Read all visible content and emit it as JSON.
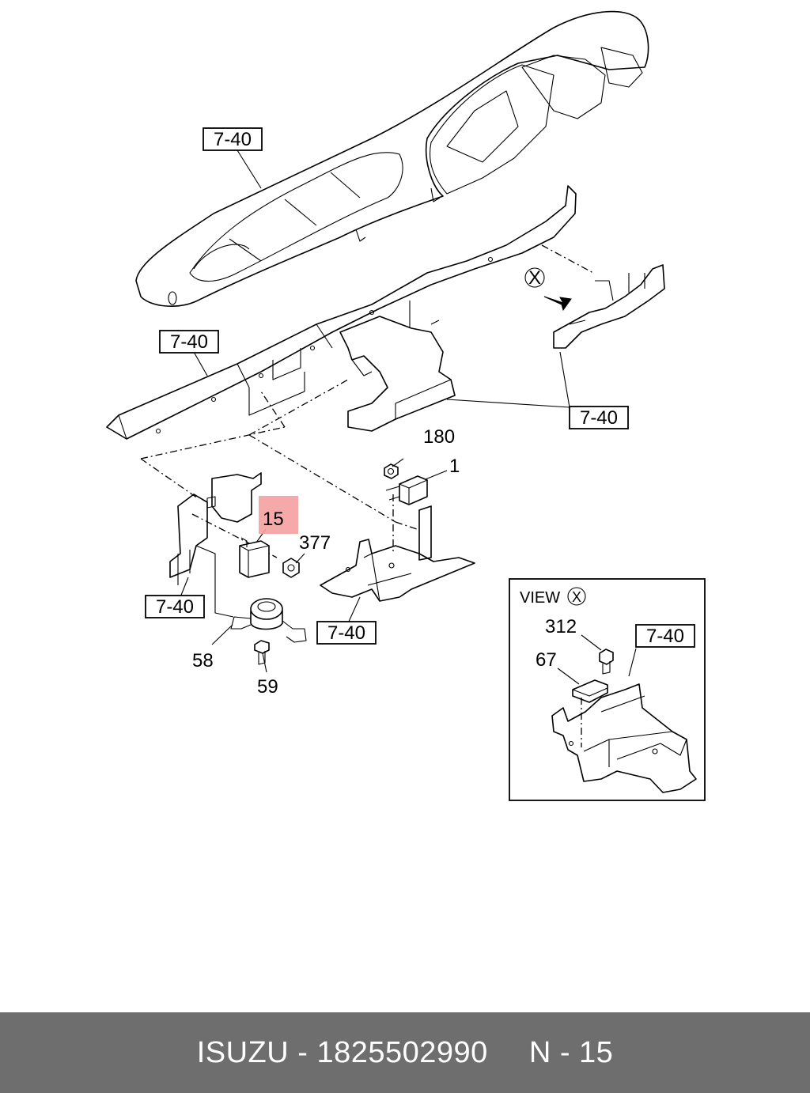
{
  "callouts": {
    "ref_top": "7-40",
    "ref_left_frame": "7-40",
    "ref_right": "7-40",
    "ref_lower_left": "7-40",
    "ref_lower_mid": "7-40",
    "ref_view": "7-40",
    "part_180": "180",
    "part_1": "1",
    "part_15": "15",
    "part_377": "377",
    "part_58": "58",
    "part_59": "59",
    "part_312": "312",
    "part_67": "67",
    "view_label": "VIEW",
    "view_marker": "X",
    "view_marker_inset": "X"
  },
  "colors": {
    "highlight": "#f5a0a0",
    "footer_bg": "#6e6e6e",
    "footer_text": "#ffffff"
  },
  "footer": {
    "brand": "ISUZU",
    "separator": "-",
    "part_number": "1825502990",
    "page_ref": "N - 15"
  }
}
